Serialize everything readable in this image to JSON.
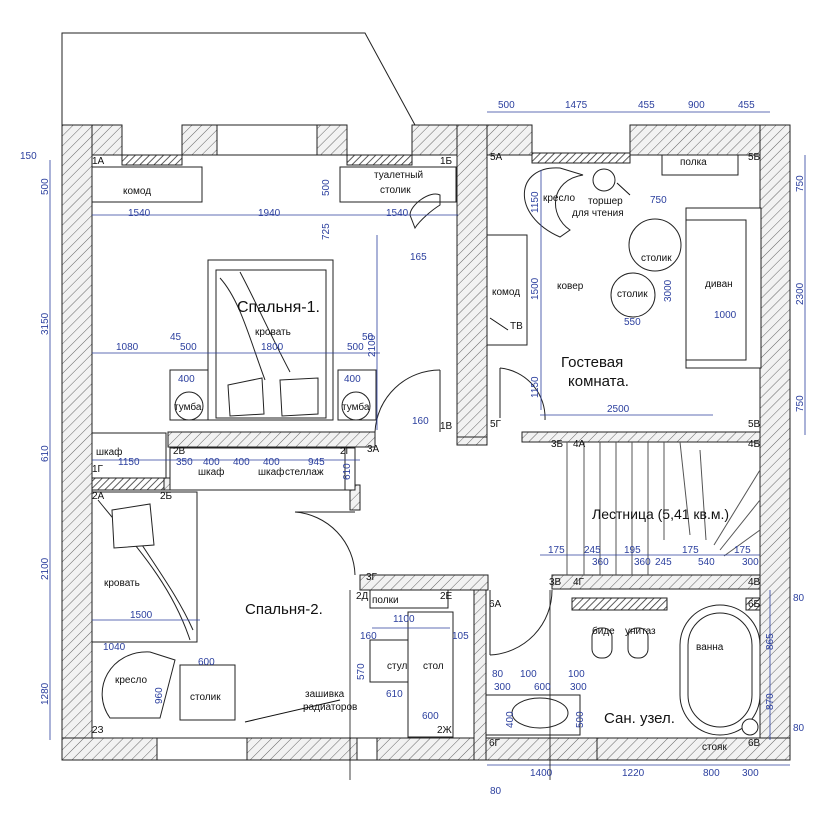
{
  "rooms": {
    "bedroom1": "Спальня-1.",
    "guest_line1": "Гостевая",
    "guest_line2": "комната.",
    "stairs": "Лестница (5,41 кв.м.)",
    "bedroom2": "Спальня-2.",
    "bathroom": "Сан. узел."
  },
  "furniture": {
    "komod": "комод",
    "vanity_line1": "туалетный",
    "vanity_line2": "столик",
    "bed": "кровать",
    "nightstand": "тумба",
    "wardrobe": "шкаф",
    "shelving": "стеллаж",
    "armchair": "кресло",
    "table_small": "столик",
    "radiator_line1": "зашивка",
    "radiator_line2": "радиаторов",
    "shelves": "полки",
    "chair": "стул",
    "desk": "стол",
    "lamp_line1": "торшер",
    "lamp_line2": "для чтения",
    "shelf": "полка",
    "rug": "ковер",
    "sofa": "диван",
    "tv": "ТВ",
    "bidet": "биде",
    "toilet": "унитаз",
    "bathtub": "ванна",
    "riser": "стояк"
  },
  "points": {
    "p1A": "1А",
    "p1B": "1Б",
    "p1V": "1В",
    "p1G": "1Г",
    "p2A": "2А",
    "p2B": "2Б",
    "p2V": "2В",
    "p2G": "2Г",
    "p2D": "2Д",
    "p2E": "2Е",
    "p2Zh": "2Ж",
    "p2Z": "2З",
    "p3A": "3А",
    "p3B": "3Б",
    "p3V": "3В",
    "p3G": "3Г",
    "p4A": "4А",
    "p4B": "4Б",
    "p4V": "4В",
    "p4G": "4Г",
    "p5A": "5А",
    "p5B": "5Б",
    "p5V": "5В",
    "p5G": "5Г",
    "p6A": "6А",
    "p6B": "6Б",
    "p6V": "6В",
    "p6G": "6Г"
  },
  "dims": {
    "d150": "150",
    "d1540a": "1540",
    "d1940": "1940",
    "d1540b": "1540",
    "d165": "165",
    "d45": "45",
    "d50": "50",
    "d1080": "1080",
    "d500a": "500",
    "d1800": "1800",
    "d500b": "500",
    "d400a": "400",
    "d400b": "400",
    "d160a": "160",
    "d1150": "1150",
    "d350": "350",
    "d400c": "400",
    "d400d": "400",
    "d400e": "400",
    "d945": "945",
    "d1500": "1500",
    "d1040": "1040",
    "d600a": "600",
    "d1100": "1100",
    "d160b": "160",
    "d105": "105",
    "d610": "610",
    "d600b": "600",
    "d500c": "500",
    "d1475": "1475",
    "d455a": "455",
    "d900": "900",
    "d455b": "455",
    "d750a": "750",
    "d550": "550",
    "d1000": "1000",
    "d2500": "2500",
    "d175a": "175",
    "d245a": "245",
    "d195": "195",
    "d175b": "175",
    "d175c": "175",
    "d360a": "360",
    "d360b": "360",
    "d245b": "245",
    "d540": "540",
    "d300a": "300",
    "d80a": "80",
    "d80b": "80",
    "d80c": "80",
    "d300b": "300",
    "d600c": "600",
    "d100a": "100",
    "d100b": "100",
    "d300c": "300",
    "d1400": "1400",
    "d1220": "1220",
    "d800": "800",
    "d300d": "300",
    "d80d": "80",
    "v500a": "500",
    "v3150": "3150",
    "v610a": "610",
    "v2100a": "2100",
    "v1280": "1280",
    "v500b": "500",
    "v725": "725",
    "v2100b": "2100",
    "v610b": "610",
    "v960": "960",
    "v570": "570",
    "v1150a": "1150",
    "v1500": "1500",
    "v1150b": "1150",
    "v3000": "3000",
    "v750b": "750",
    "v2300": "2300",
    "v750c": "750",
    "v865": "865",
    "v870": "870",
    "v400": "400",
    "v500c": "500"
  }
}
